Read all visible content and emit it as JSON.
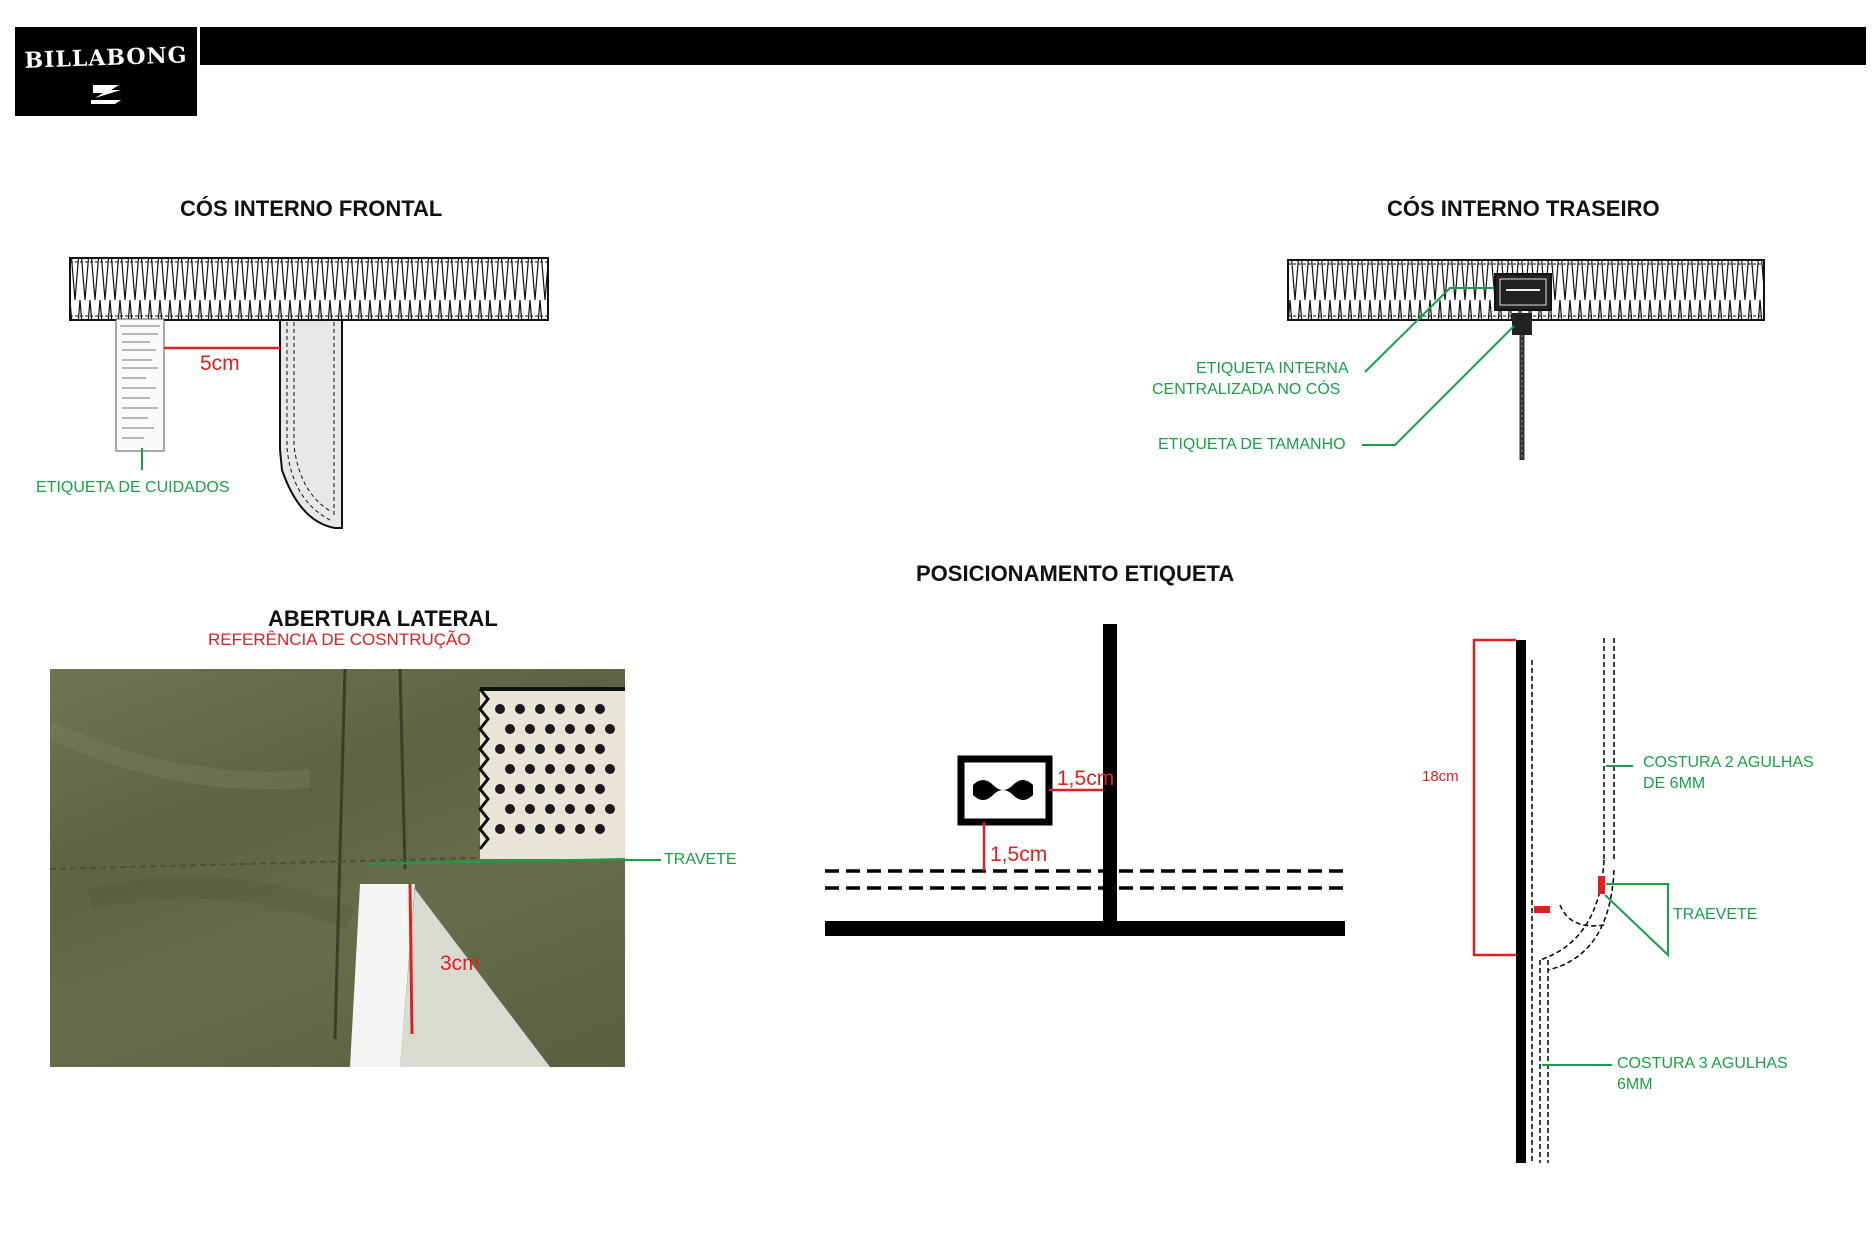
{
  "brand": {
    "logo_text": "BILLABONG"
  },
  "sections": {
    "front_waistband": {
      "title": "CÓS INTERNO FRONTAL",
      "measure": "5cm",
      "care_label": "ETIQUETA DE CUIDADOS"
    },
    "back_waistband": {
      "title": "CÓS INTERNO TRASEIRO",
      "inner_label_line1": "ETIQUETA INTERNA",
      "inner_label_line2": "CENTRALIZADA NO CÓS",
      "size_label": "ETIQUETA DE TAMANHO"
    },
    "side_opening": {
      "title": "ABERTURA LATERAL",
      "subtitle": "REFERÊNCIA DE COSNTRUÇÃO",
      "bartack": "TRAVETE",
      "measure": "3cm"
    },
    "label_position": {
      "title": "POSICIONAMENTO ETIQUETA",
      "measure_right": "1,5cm",
      "measure_bottom": "1,5cm"
    },
    "stitch_detail": {
      "measure": "18cm",
      "stitch_top_line1": "COSTURA 2 AGULHAS",
      "stitch_top_line2": "DE 6MM",
      "bartack": "TRAEVETE",
      "stitch_bottom_line1": "COSTURA 3 AGULHAS",
      "stitch_bottom_line2": "6MM"
    }
  },
  "colors": {
    "annotation_green": "#1a9e48",
    "measure_red": "#e02020",
    "ink": "#111111"
  }
}
